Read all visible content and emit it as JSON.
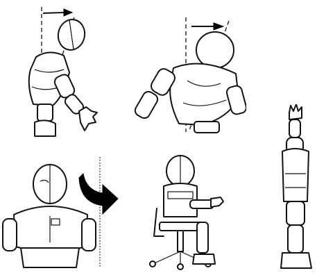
{
  "figures": [
    {
      "panel": "top-left",
      "pose": "leaning-forward-reach"
    },
    {
      "panel": "top-middle",
      "pose": "back-view-lean"
    },
    {
      "panel": "bottom-left",
      "pose": "front-view-torso"
    },
    {
      "panel": "bottom-middle",
      "pose": "seated-in-office-chair"
    },
    {
      "panel": "bottom-right",
      "pose": "standing-arms-raised"
    }
  ],
  "icons": {
    "tilt_arrow": "arrow-right-icon",
    "turn_arrow": "curved-arrow-icon"
  },
  "colors": {
    "line": "#111111",
    "background": "#ffffff",
    "arrow_fill": "#000000"
  }
}
